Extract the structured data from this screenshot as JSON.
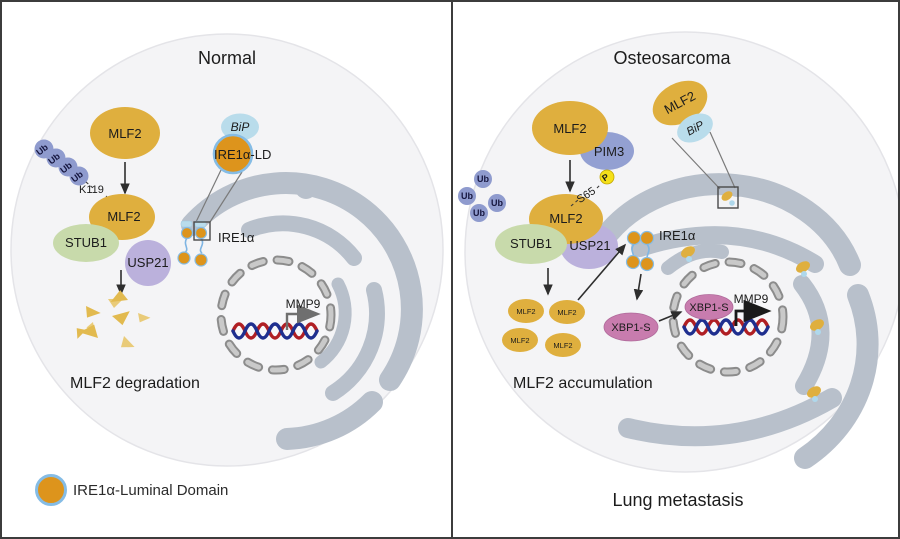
{
  "left_panel": {
    "title": "Normal",
    "mlf2": "MLF2",
    "ub": "Ub",
    "k119": "K119",
    "stub1": "STUB1",
    "usp21": "USP21",
    "degradation": "MLF2 degradation",
    "bip": "BiP",
    "ire1a_ld": "IRE1α-LD",
    "ire1a": "IRE1α",
    "mmp9": "MMP9"
  },
  "right_panel": {
    "title": "Osteosarcoma",
    "mlf2": "MLF2",
    "pim3": "PIM3",
    "ub": "Ub",
    "s65": "S65",
    "p": "P",
    "stub1": "STUB1",
    "usp21": "USP21",
    "accumulation": "MLF2 accumulation",
    "ire1a": "IRE1α",
    "xbp1s": "XBP1-S",
    "mmp9": "MMP9",
    "bip": "BiP",
    "metastasis": "Lung metastasis"
  },
  "legend": {
    "label": "IRE1α-Luminal Domain"
  },
  "colors": {
    "mlf2_gold": "#DFAF3E",
    "ubiquitin_blue": "#8F9BCE",
    "stub1_green": "#C8DAAB",
    "usp21_purple": "#BBB1DC",
    "pim3_blue": "#93A0D2",
    "bip_lightblue": "#B9DCEB",
    "ire1a_ld_orange": "#DD941C",
    "ld_border_blue": "#85BCE5",
    "xbp1s_pink": "#C87CAE",
    "phospho_yellow": "#F5E019",
    "er_gray": "#B8C0CB",
    "dna_red": "#B01F24",
    "dna_blue": "#1F2F8F"
  }
}
